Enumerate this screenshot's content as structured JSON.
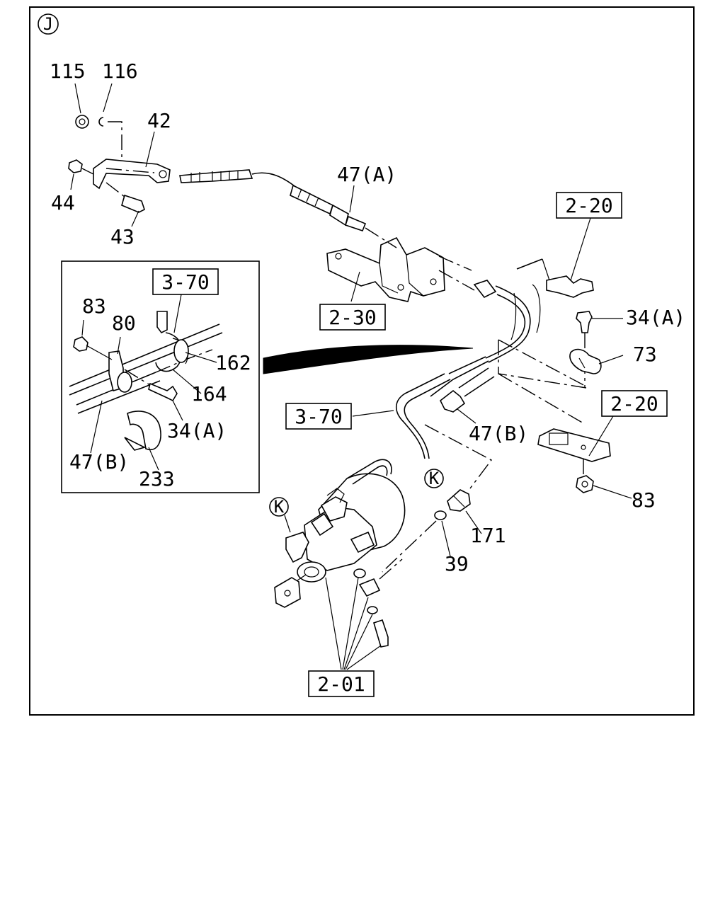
{
  "view_marker": "J",
  "callouts": {
    "p115": "115",
    "p116": "116",
    "p42": "42",
    "p44": "44",
    "p43": "43",
    "p47a_top": "47(A)",
    "p2_20_top": "2-20",
    "p2_30": "2-30",
    "p34a_right": "34(A)",
    "p73": "73",
    "p2_20_mid": "2-20",
    "p83_right": "83",
    "p3_70_main": "3-70",
    "p47b_main": "47(B)",
    "p171": "171",
    "p39": "39",
    "p2_01": "2-01",
    "k_upper": "K",
    "k_lower": "K"
  },
  "inset": {
    "p3_70": "3-70",
    "p83": "83",
    "p80": "80",
    "p162": "162",
    "p164": "164",
    "p34a": "34(A)",
    "p47b": "47(B)",
    "p233": "233"
  }
}
